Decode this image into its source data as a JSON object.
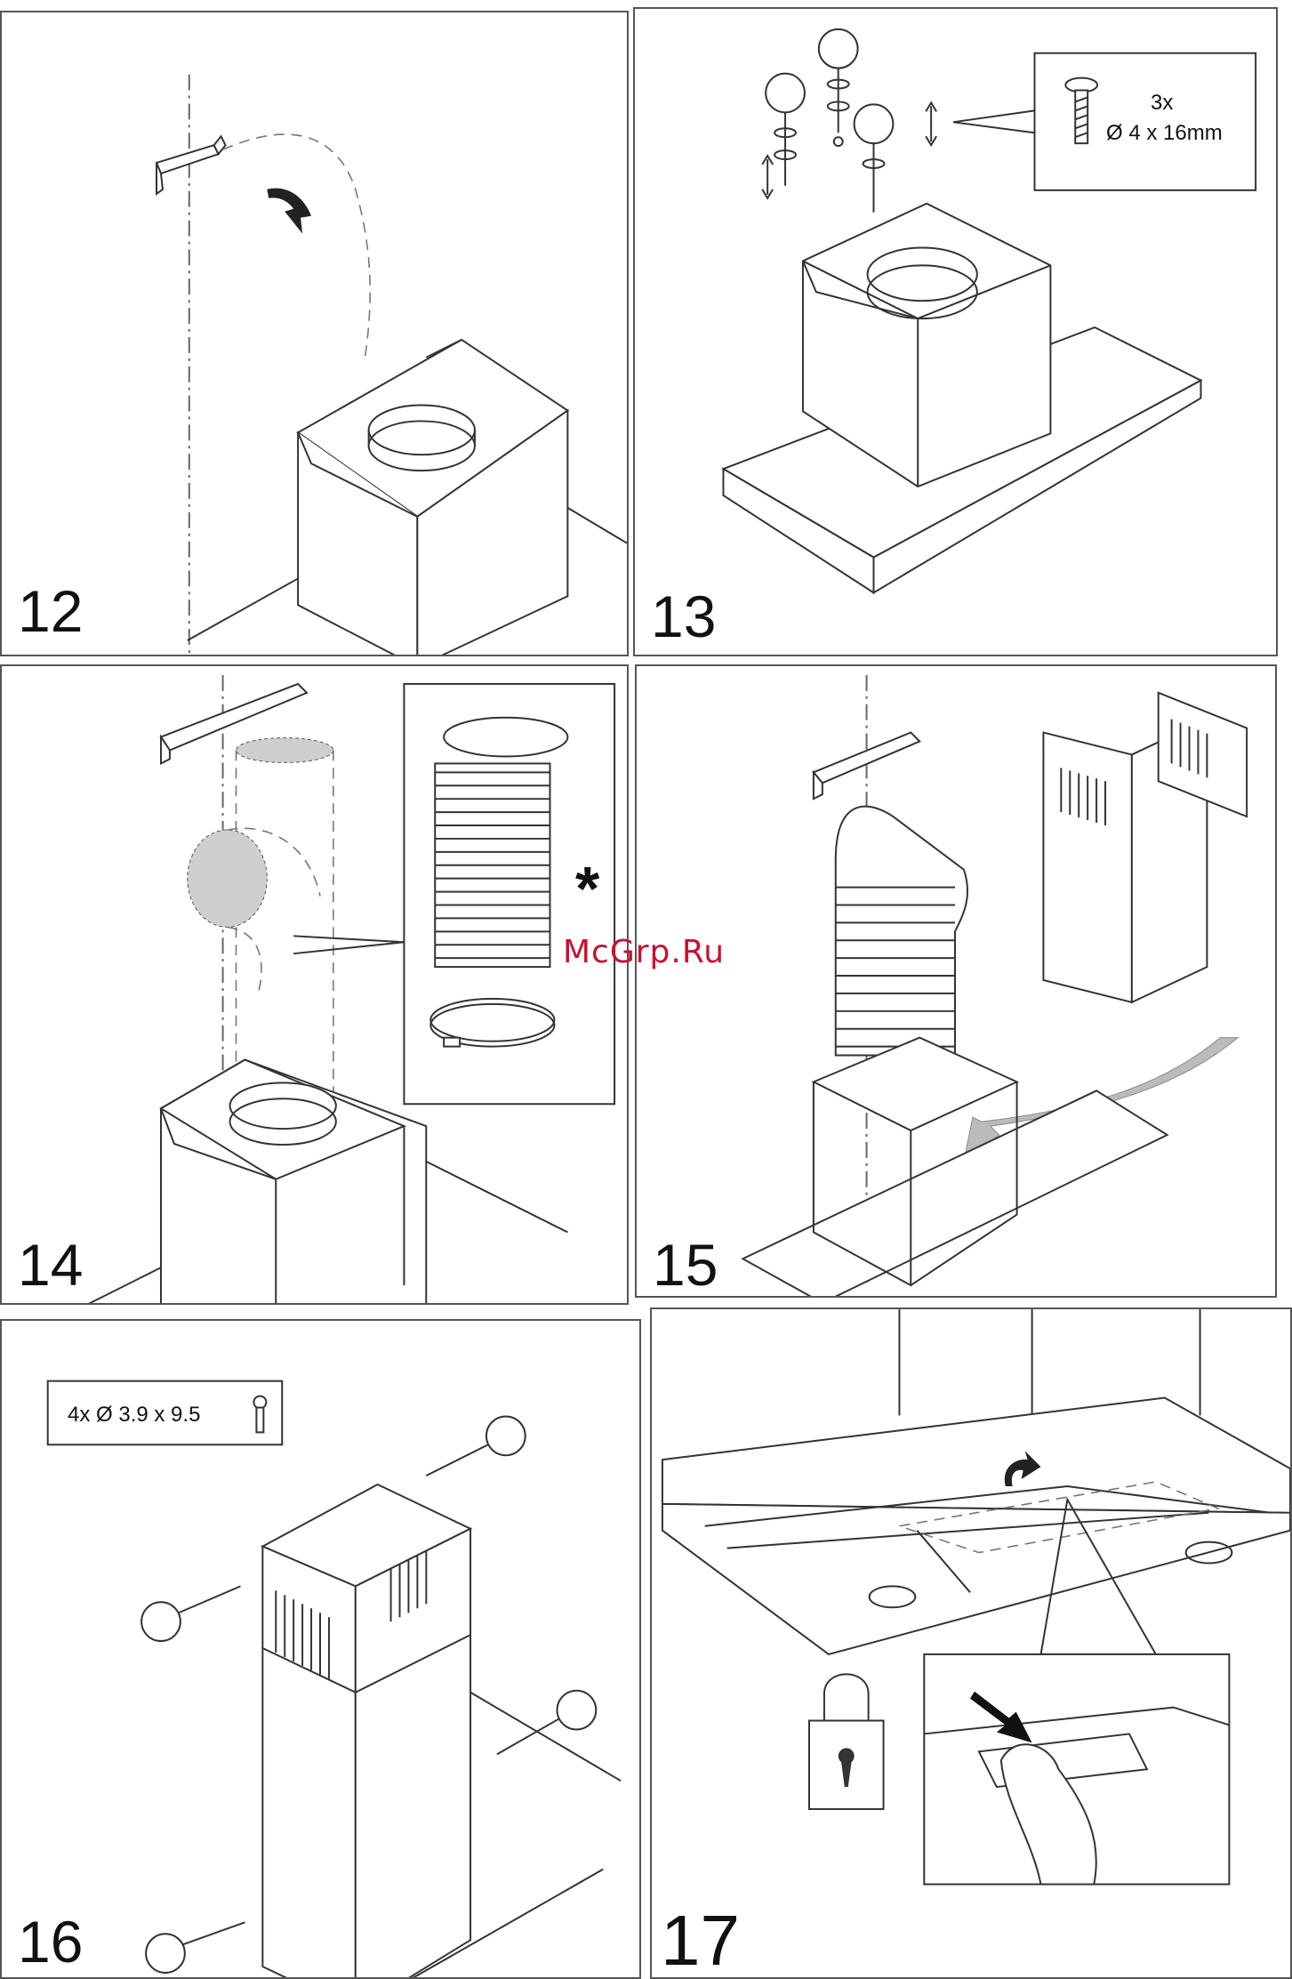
{
  "steps": [
    {
      "number": "12"
    },
    {
      "number": "13",
      "callout": {
        "quantity": "3x",
        "size": "Ø 4 x 16mm"
      }
    },
    {
      "number": "14",
      "callout": {
        "mark": "*"
      }
    },
    {
      "number": "15"
    },
    {
      "number": "16",
      "callout": {
        "spec": "4x Ø 3.9 x 9.5"
      }
    },
    {
      "number": "17"
    }
  ],
  "watermark": "McGrp.Ru",
  "icons": [
    "wall-bracket-icon",
    "screw-icon",
    "hand-screwdriver-icon",
    "flexible-duct-icon",
    "hose-clamp-icon",
    "chimney-cover-icon",
    "padlock-icon",
    "hand-press-icon",
    "curved-arrow-icon"
  ]
}
